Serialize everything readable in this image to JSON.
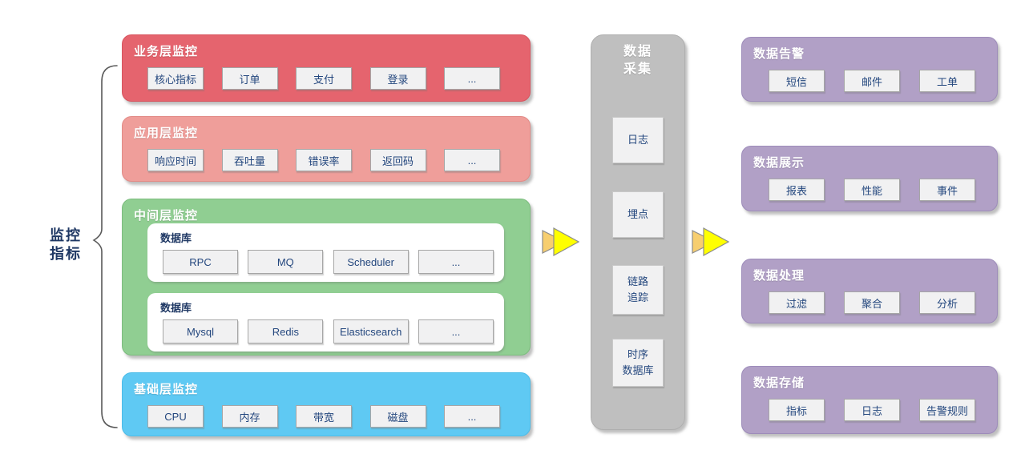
{
  "diagram": {
    "left_label": {
      "lines": [
        "监控",
        "指标"
      ]
    },
    "monitor_layers": [
      {
        "title": "业务层监控",
        "bg": "#E5646E",
        "items": [
          "核心指标",
          "订单",
          "支付",
          "登录",
          "..."
        ]
      },
      {
        "title": "应用层监控",
        "bg": "#EF9E9A",
        "items": [
          "响应时间",
          "吞吐量",
          "错误率",
          "返回码",
          "..."
        ]
      },
      {
        "title": "中间层监控",
        "bg": "#90CE92",
        "subpanels": [
          {
            "title": "数据库",
            "items": [
              "RPC",
              "MQ",
              "Scheduler",
              "..."
            ]
          },
          {
            "title": "数据库",
            "items": [
              "Mysql",
              "Redis",
              "Elasticsearch",
              "..."
            ]
          }
        ]
      },
      {
        "title": "基础层监控",
        "bg": "#5FC9F3",
        "items": [
          "CPU",
          "内存",
          "带宽",
          "磁盘",
          "..."
        ]
      }
    ],
    "collector": {
      "title_lines": [
        "数据",
        "采集"
      ],
      "bg": "#BFBFBF",
      "items": [
        [
          "日志"
        ],
        [
          "埋点"
        ],
        [
          "链路",
          "追踪"
        ],
        [
          "时序",
          "数据库"
        ]
      ]
    },
    "outputs": [
      {
        "title": "数据告警",
        "items": [
          "短信",
          "邮件",
          "工单"
        ]
      },
      {
        "title": "数据展示",
        "items": [
          "报表",
          "性能",
          "事件"
        ]
      },
      {
        "title": "数据处理",
        "items": [
          "过滤",
          "聚合",
          "分析"
        ]
      },
      {
        "title": "数据存储",
        "items": [
          "指标",
          "日志",
          "告警规则"
        ]
      }
    ],
    "colors": {
      "output_panel_bg": "#B1A0C6",
      "node_box_bg": "#F1F1F2",
      "node_text": "#24477E",
      "label_text": "#1F3864",
      "arrow_front": "#FFFF00",
      "arrow_back": "#F7CE6F"
    }
  }
}
